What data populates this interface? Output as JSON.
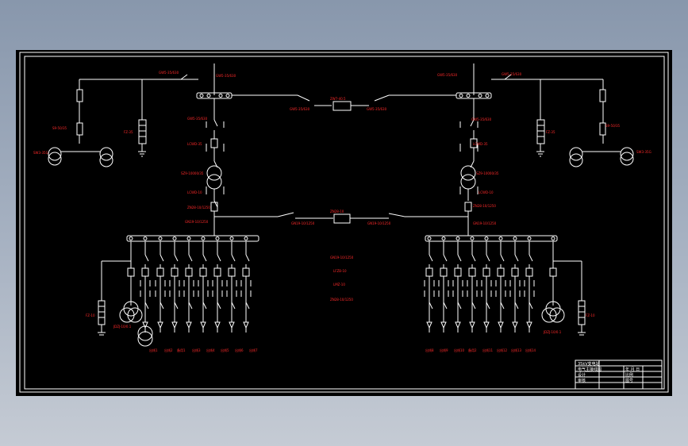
{
  "colors": {
    "background": "#000000",
    "lines": "#ffffff",
    "labels": "#ff2a2a",
    "app_backdrop_top": "#8897ac",
    "app_backdrop_bottom": "#c5cbd4"
  },
  "labels": {
    "left_incoming_switch": "GW5-35/630",
    "left_top_switch": "GW5-35/630",
    "left_pt": "SW3-35G",
    "left_arrester": "FZ-35",
    "left_station_tf": "S9-50/35",
    "left_cb_upper": "GW5-35/630",
    "left_ct_upper": "LCWD-35",
    "left_main_tf": "SZ9-10000/35",
    "left_ct_lower": "LCWD-10",
    "left_cb_lower": "ZN28-10/1250",
    "left_disconnector": "GN19-10/1250",
    "bus_tie_35_left": "GW5-35/630",
    "bus_tie_35_cb": "ZW7-40.5",
    "bus_tie_35_right": "GW5-35/630",
    "bus_tie_10_left": "GN19-10/1250",
    "bus_tie_10_cb": "ZN28-10",
    "bus_tie_10_right": "GN19-10/1250",
    "right_incoming_switch": "GW5-35/630",
    "right_top_switch": "GW5-35/630",
    "right_pt": "SW3-35G",
    "right_arrester": "FZ-35",
    "right_station_tf": "S9-50/35",
    "right_cb_upper": "GW5-35/630",
    "right_ct_upper": "LCWD-35",
    "right_main_tf": "SZ9-10000/35",
    "right_ct_lower": "LCWD-10",
    "right_cb_lower": "ZN28-10/1250",
    "right_disconnector": "GN19-10/1250",
    "center_1": "GN19-10/1250",
    "center_2": "LFZB-10",
    "center_3": "LMZ-10",
    "center_4": "ZN28-10/1250",
    "left_arrester_10": "FZ-10",
    "left_station_tf_10": "JDZJ-10/0.1",
    "right_arrester_10": "FZ-10",
    "right_station_tf_10": "JDZJ-10/0.1"
  },
  "feeders_left": [
    "出线1",
    "出线2",
    "备用1",
    "出线3",
    "出线4",
    "出线5",
    "出线6",
    "出线7"
  ],
  "feeders_right": [
    "出线8",
    "出线9",
    "出线10",
    "备用2",
    "出线11",
    "出线12",
    "出线13",
    "出线14"
  ],
  "title_block": {
    "row1": "35kV变电站",
    "row2": "电气主接线图",
    "row3": "设计",
    "row4": "审核",
    "date": "年 月 日",
    "scale": "比例",
    "sheet": "图号"
  }
}
